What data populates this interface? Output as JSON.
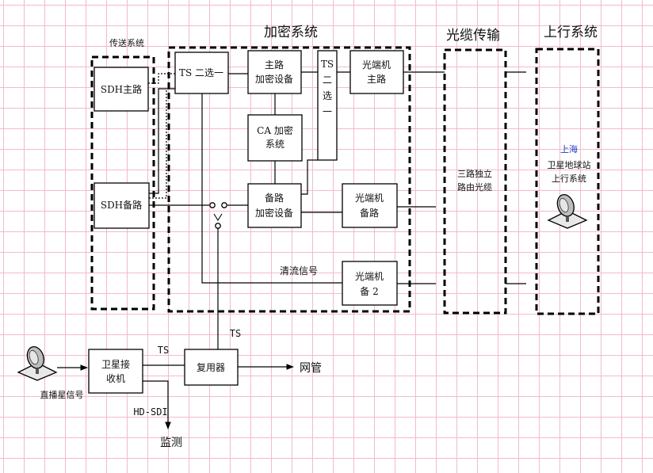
{
  "colors": {
    "grid": "#f1bcc8",
    "highlight_text": "#1a3dcc"
  },
  "groups": {
    "transmission": "传送系统",
    "encryption": "加密系统",
    "fiber": "光缆传输",
    "uplink": "上行系统"
  },
  "blocks": {
    "sdh_main": "SDH主路",
    "sdh_backup": "SDH备路",
    "ts_select": "TS 二选一",
    "main_enc": [
      "主路",
      "加密设备"
    ],
    "ca_enc": [
      "CA 加密",
      "系统"
    ],
    "ts_select_v": [
      "TS",
      "二",
      "选",
      "一"
    ],
    "optical_main": [
      "光端机",
      "主路"
    ],
    "backup_enc": [
      "备路",
      "加密设备"
    ],
    "optical_backup": [
      "光端机",
      "备路"
    ],
    "optical_backup2": [
      "光端机",
      "备 2"
    ],
    "receiver": [
      "卫星接",
      "收机"
    ],
    "mux": "复用器"
  },
  "labels": {
    "clear_signal": "清流信号",
    "fiber_route": [
      "三路独立",
      "路由光缆"
    ],
    "uplink_city": "上海",
    "uplink_station": [
      "卫星地球站",
      "上行系统"
    ],
    "ts_upper": "TS",
    "ts_lower": "TS",
    "network_mgmt": "网管",
    "hd_sdi": "HD-SDI",
    "monitor": "监测",
    "dbs_signal": "直播星信号"
  },
  "icons": [
    "satellite-dish-icon",
    "satellite-dish-icon"
  ]
}
